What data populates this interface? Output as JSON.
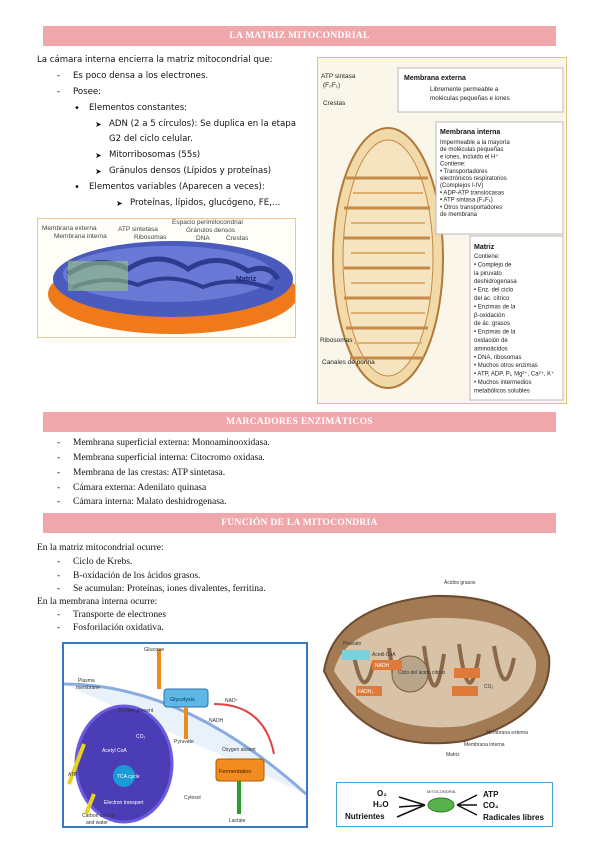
{
  "sections": {
    "matriz_title": "LA MATRIZ MITOCONDRIAL",
    "marcadores_title": "MARCADORES ENZIMÁTICOS",
    "funcion_title": "FUNCIÓN DE LA MITOCONDRIA"
  },
  "matriz": {
    "intro": "La cámara interna encierra la matriz mitocondrial que:",
    "item1": "Es poco densa a los electrones.",
    "item2": "Posee:",
    "constantes": "Elementos constantes:",
    "adn_line1": "ADN (2 a 5 círculos): Se duplica en la etapa",
    "adn_line2": "G2 del ciclo celular.",
    "mitorribosomas": "Mitorribosomas (55s)",
    "granulos": "Gránulos densos (Lípidos y proteínas)",
    "variables": "Elementos variables (Aparecen a veces):",
    "variables_detail": "Proteínas, lípidos, glucógeno, FE,…"
  },
  "fig1": {
    "membrana_externa": "Membrana externa",
    "membrana_interna": "Membrana interna",
    "atp_sintetasa": "ATP sintetasa",
    "ribosomas": "Ribosomas",
    "espacio": "Espacio perimitocondrial",
    "granulos": "Gránulos densos",
    "dna": "DNA",
    "crestas": "Crestas",
    "matriz": "Matriz"
  },
  "fig2": {
    "atp_sintasa": "ATP sintasa",
    "f0f1": "(F₀F₁)",
    "crestas": "Crestas",
    "ribosomas": "Ribosomas",
    "canales": "Canales de porina",
    "box1_title": "Membrana externa",
    "box1_text1": "Libremente permeable a",
    "box1_text2": "moléculas pequeñas e iones",
    "box2_title": "Membrana interna",
    "box2_lines": [
      "Impermeable a la mayoría",
      "de moléculas pequeñas",
      "e iones, incluido el H⁺",
      "Contiene:"
    ],
    "box2_items": [
      "• Transportadores",
      "  electrónicos respiratorios",
      "  (Complejos I-IV)",
      "• ADP-ATP translocasas",
      "• ATP sintasa (F₀F₁)",
      "• Otros transportadores",
      "  de membrana"
    ],
    "box3_title": "Matriz",
    "box3_lines": [
      "Contiene:",
      "• Complejo de",
      "  la piruvato",
      "  deshidrogenasa",
      "• Enz. del ciclo",
      "  del ác. cítrico",
      "• Enzimas de la",
      "  β-oxidación",
      "  de ác. grasos",
      "• Enzimas de la",
      "  oxidación de",
      "  aminoácidos",
      "• DNA, ribosomas",
      "• Muchos otros enzimas",
      "• ATP, ADP, Pᵢ, Mg²⁺, Ca²⁺, K⁺",
      "• Muchos intermedios",
      "  metabólicos solubles"
    ]
  },
  "marcadores": [
    "Membrana superficial externa: Monoaminooxidasa.",
    "Membrana superficial interna: Citocromo oxidasa.",
    "Membrana de las crestas: ATP sintetasa.",
    "Cámara externa: Adenilato quinasa",
    "Cámara interna: Malato deshidrogenasa."
  ],
  "funcion": {
    "matriz_intro": "En la matriz mitocondrial ocurre:",
    "matriz_items": [
      "Ciclo de Krebs.",
      "Β-oxidación de los ácidos grasos.",
      "Se acumulan: Proteínas, iones divalentes, ferritina."
    ],
    "membrana_intro": "En la membrana interna ocurre:",
    "membrana_items": [
      "Transporte de electrones",
      "Fosforilación oxidativa."
    ]
  },
  "fig3": {
    "glucose": "Glucose",
    "plasma": "Plasma",
    "membrane": "membrane",
    "oxygen_present": "Oxygen present",
    "glycolysis": "Glycolysis",
    "nad": "NAD⁺",
    "nadh": "NADH",
    "pyruvate": "Pyruvate",
    "acetyl": "Acetyl CoA",
    "oxygen_absent": "Oxygen absent",
    "fermentation": "Fermentation",
    "tca": "TCA cycle",
    "electron": "Electron transport",
    "atp": "ATP",
    "cytosol": "Cytosol",
    "lactate": "Lactate",
    "carbon": "Carbon dioxide",
    "water": "and water",
    "co2": "CO₂"
  },
  "fig4": {
    "acidos": "Ácidos grasos",
    "piruvato": "Piruvato",
    "acetil": "Acetil-CoA",
    "ciclo": "Ciclo del ácido cítrico",
    "nadh": "NADH",
    "fadh": "FADH₂",
    "co2": "CO₂",
    "memb_ext": "Membrana externa",
    "memb_int": "Membrana interna",
    "matriz": "Matriz"
  },
  "fig5": {
    "o2": "O₂",
    "h2o": "H₂O",
    "nutrientes": "Nutrientes",
    "mito": "MITOCONDRIA",
    "atp": "ATP",
    "co2": "CO₂",
    "radicales": "Radicales libres"
  }
}
